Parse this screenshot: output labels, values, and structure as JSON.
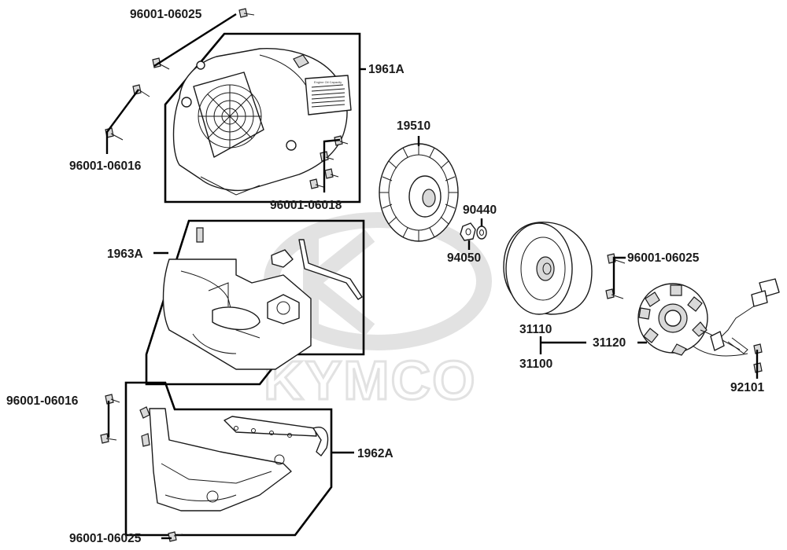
{
  "brand": {
    "watermark": "KYMCO"
  },
  "labels": {
    "bolt_top": "96001-06025",
    "cover_1961a": "1961A",
    "bolt_left_upper": "96001-06016",
    "bolt_small_group": "96001-06018",
    "fan_19510": "19510",
    "washer_90440": "90440",
    "nut_94050": "94050",
    "shroud_1963a": "1963A",
    "bolt_right": "96001-06025",
    "rotor_31110": "31110",
    "stator_31120": "31120",
    "assy_31100": "31100",
    "bolt_92101": "92101",
    "bolt_left_lower": "96001-06016",
    "shroud_1962a": "1962A",
    "bolt_bottom": "96001-06025"
  },
  "decal": {
    "title": "Engine Oil Capacity"
  },
  "colors": {
    "ink": "#1a1a1a",
    "watermark": "#e2e2e2",
    "background": "#ffffff"
  }
}
